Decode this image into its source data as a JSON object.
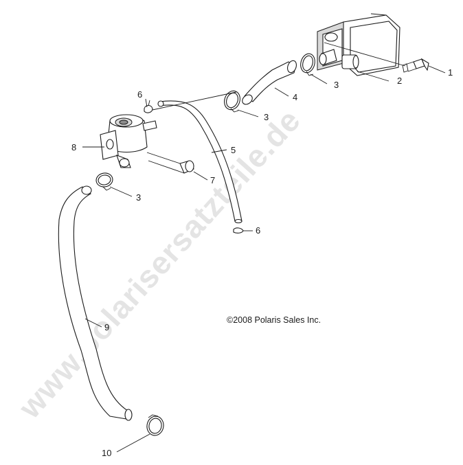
{
  "watermark": "www.polarisersatzteile.de",
  "copyright": "©2008 Polaris Sales Inc.",
  "callouts": {
    "c1": "1",
    "c2": "2",
    "c3a": "3",
    "c3b": "3",
    "c3c": "3",
    "c4": "4",
    "c5": "5",
    "c6a": "6",
    "c6b": "6",
    "c7": "7",
    "c8": "8",
    "c9": "9",
    "c10": "10"
  }
}
